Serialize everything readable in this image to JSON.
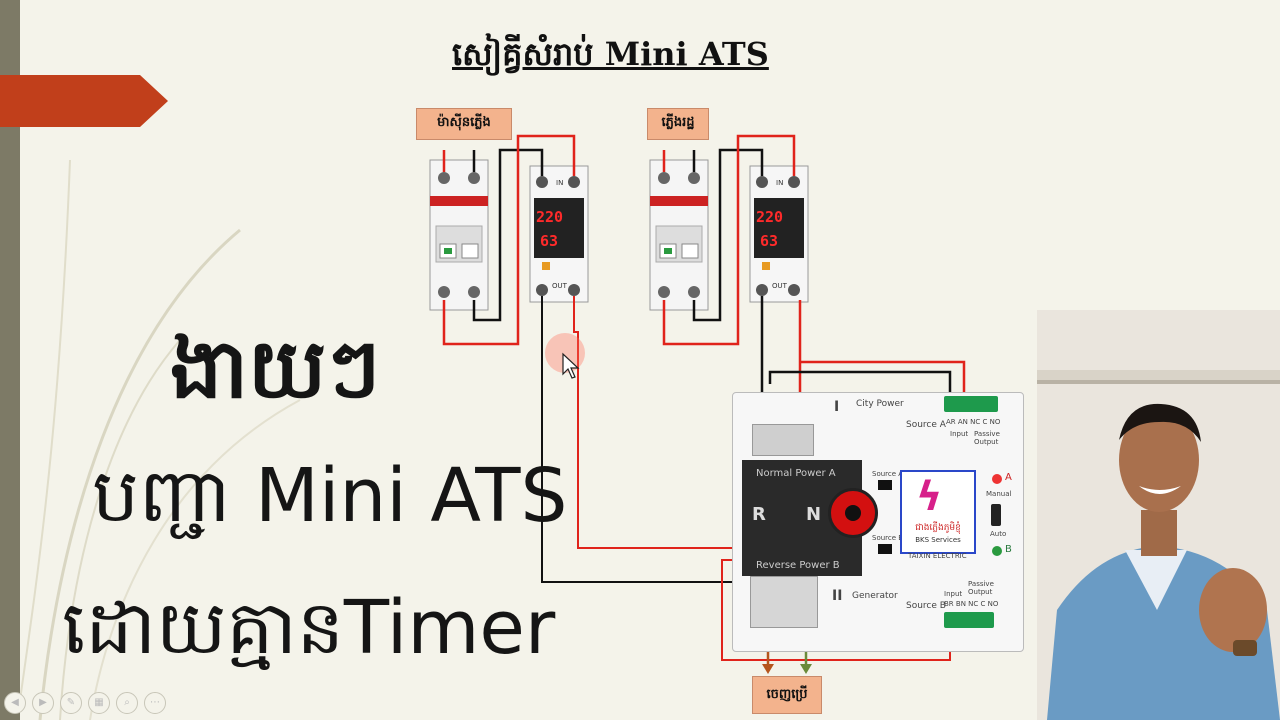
{
  "slide": {
    "title": "សៀគ្វីសំរាប់  Mini ATS",
    "big_lines": [
      "ងាយៗ",
      "បញ្ជា Mini ATS",
      "ដោយគ្មានTimer"
    ]
  },
  "diagram": {
    "label_generator": "ម៉ាស៊ីនភ្លើង",
    "label_city": "ភ្លើងរដ្ឋ",
    "label_output": "ចេញប្រើ",
    "relay_reading_v": "220",
    "relay_reading_a": "63",
    "relay_in": "IN",
    "relay_out": "OUT",
    "ats": {
      "city_power": "City Power",
      "source_a": "Source A",
      "generator": "Generator",
      "source_b": "Source B",
      "normal_power": "Normal  Power  A",
      "reverse_power": "Reverse  Power  B",
      "r": "R",
      "n": "N",
      "input": "Input",
      "passive_output": "Passive Output",
      "terminal_a": "AR AN NC C NO",
      "terminal_b": "BR BN NC C NO",
      "manual": "Manual",
      "auto": "Auto",
      "led_a": "A",
      "led_b": "B",
      "brand": "TAIXIN ELECTRIC",
      "sticker_text": "ជាងភ្លើងភូមិខ្ញុំ",
      "sticker_sub": "BKS Services",
      "roman_1": "I",
      "roman_2": "II",
      "src_a_small": "Source A",
      "src_b_small": "Source B"
    }
  },
  "colors": {
    "accent": "#c13f1b",
    "wire_red": "#e0231b",
    "wire_black": "#111111",
    "label_bg": "#f3b38d"
  },
  "controls": [
    "prev-icon",
    "play-icon",
    "pen-icon",
    "slides-icon",
    "zoom-icon",
    "more-icon"
  ]
}
